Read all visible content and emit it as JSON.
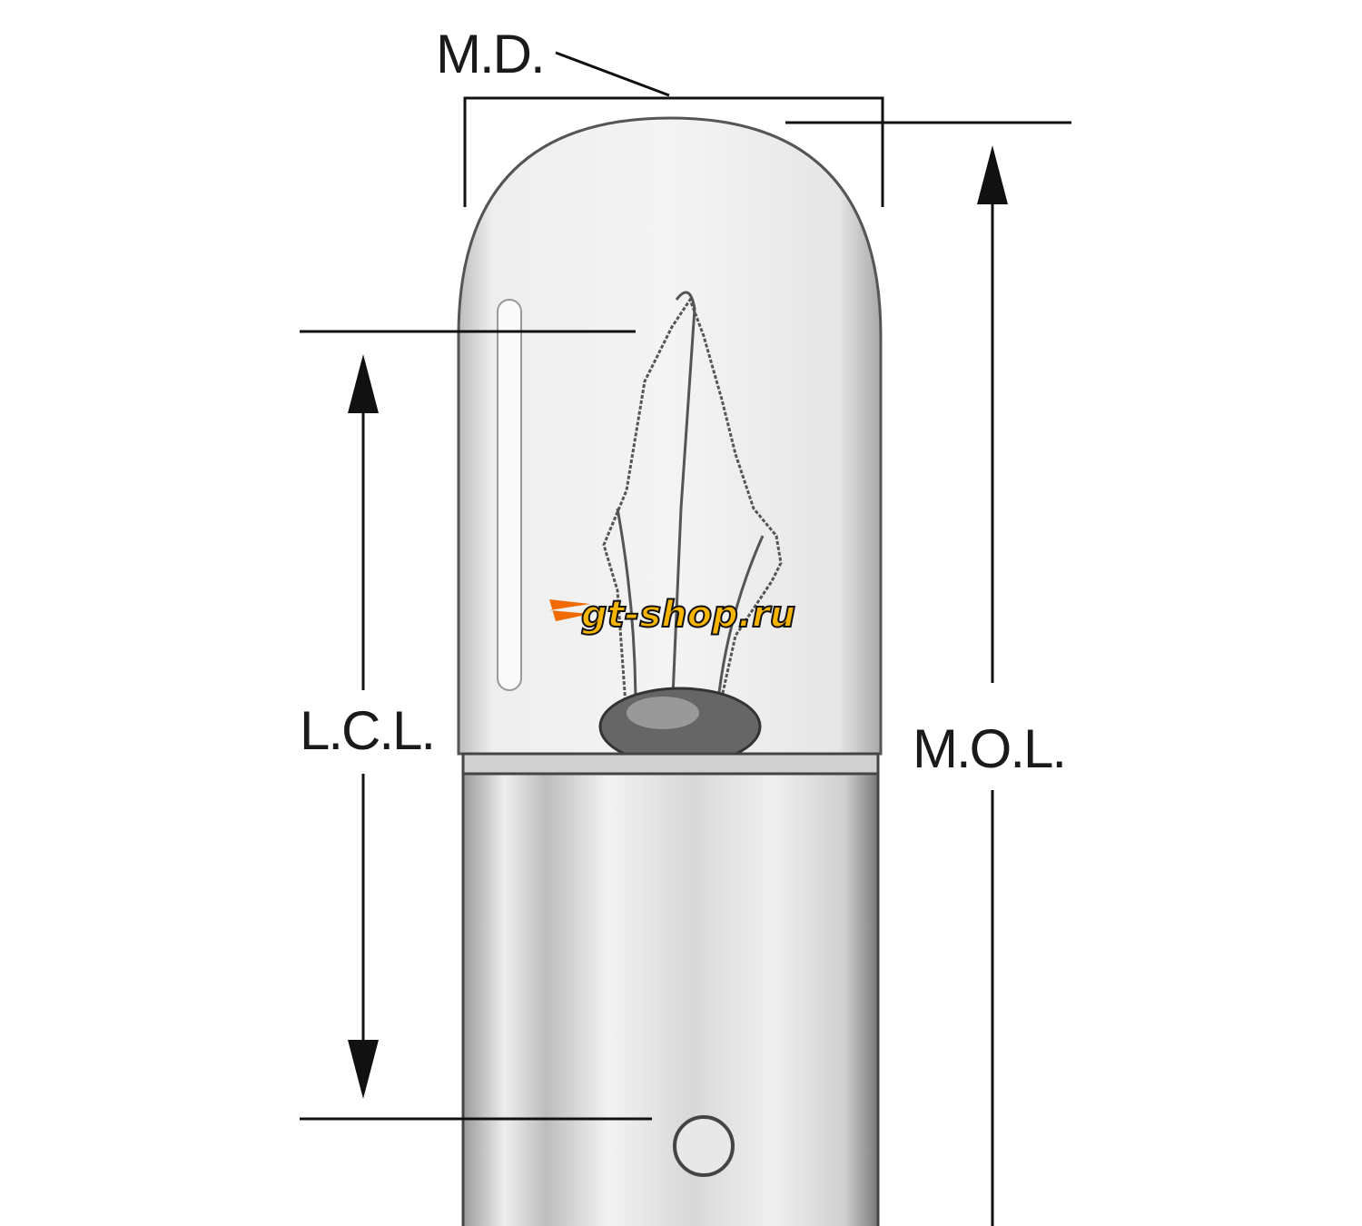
{
  "labels": {
    "max_diameter": "M.D.",
    "light_center_length": "L.C.L.",
    "max_overall_length": "M.O.L."
  },
  "watermark": {
    "text": "gt-shop.ru",
    "color_main": "#f5b400",
    "color_accent": "#f06a00"
  },
  "colors": {
    "line": "#111111",
    "glass": "#eeeeee",
    "base": "#e2e2e2"
  }
}
